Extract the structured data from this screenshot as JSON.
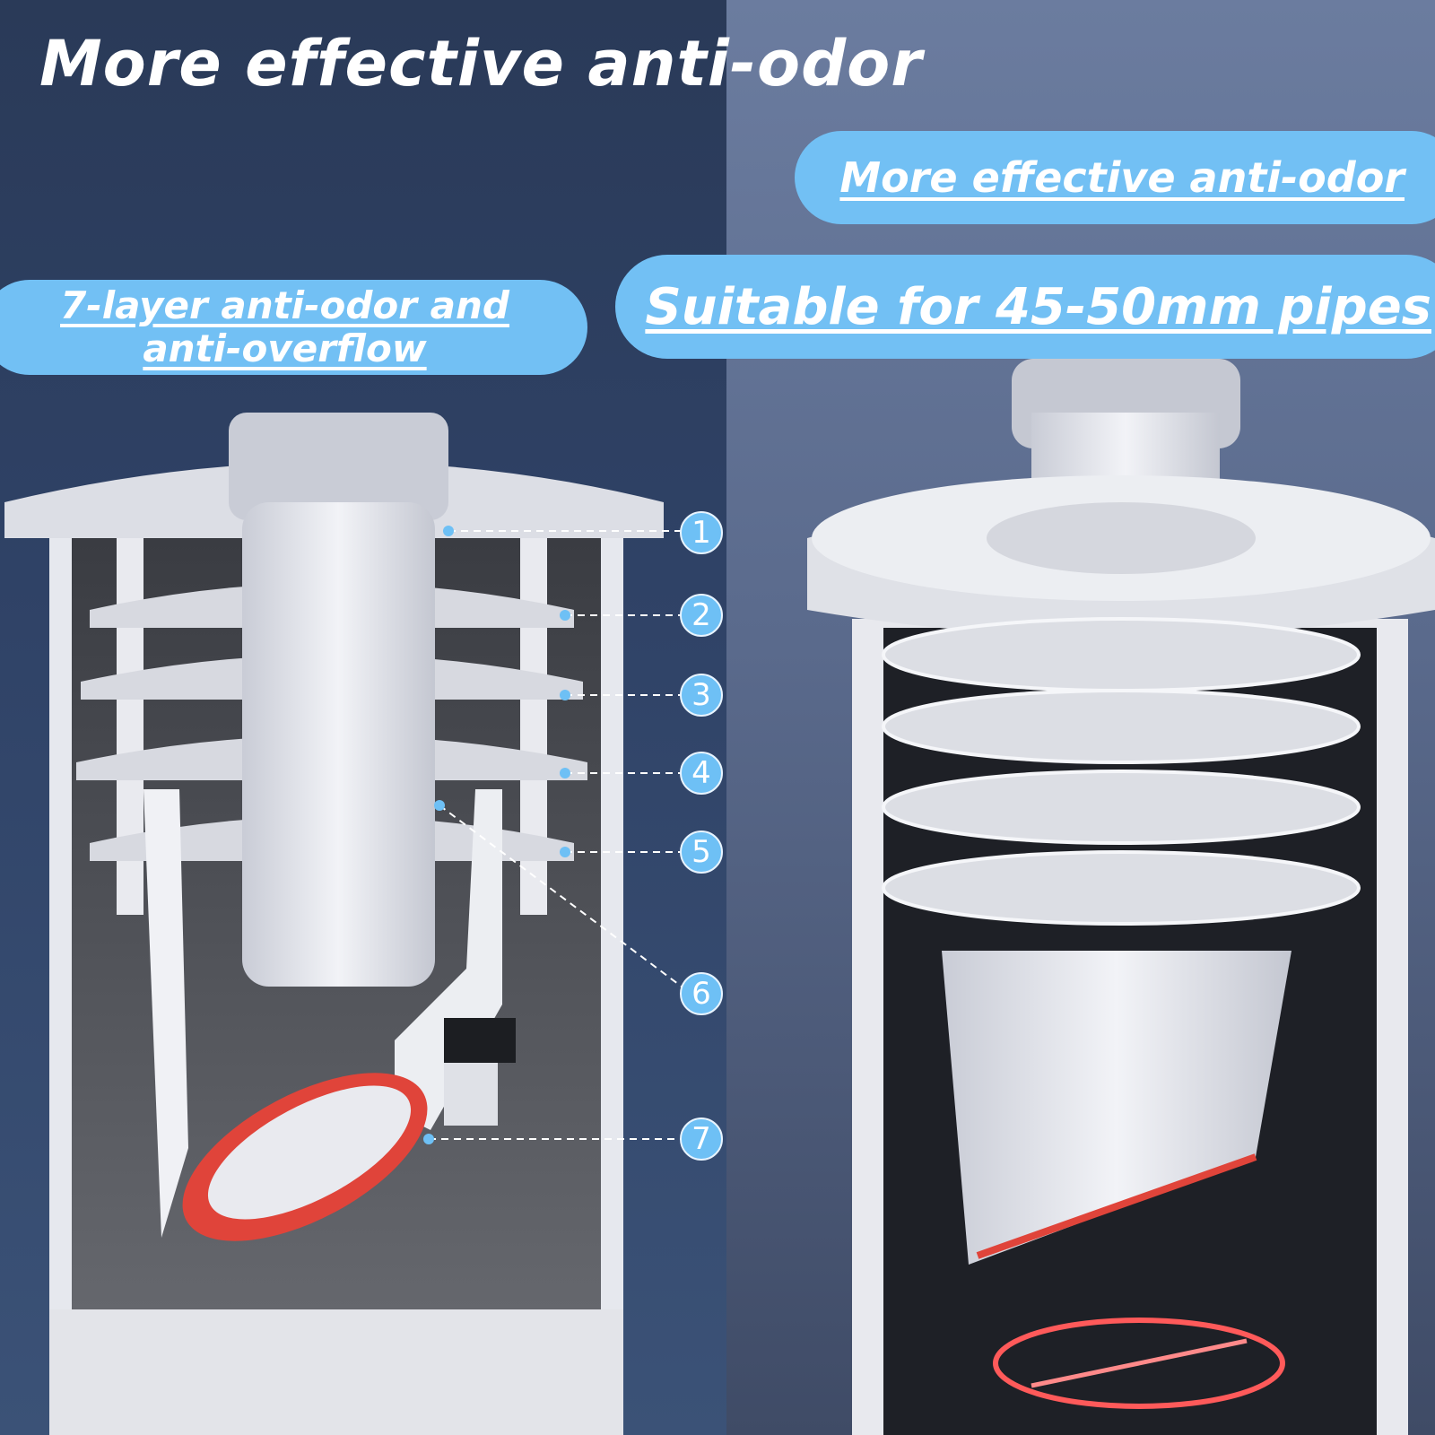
{
  "title": "More effective anti-odor",
  "pills": {
    "top_right": "More effective anti-odor",
    "pipes": "Suitable for 45-50mm pipes",
    "layers_line1": "7-layer anti-odor and",
    "layers_line2": "anti-overflow"
  },
  "callouts": [
    "1",
    "2",
    "3",
    "4",
    "5",
    "6",
    "7"
  ],
  "colors": {
    "accent": "#72c0f4",
    "seal": "#e0443a",
    "navy": "#2f4266"
  }
}
